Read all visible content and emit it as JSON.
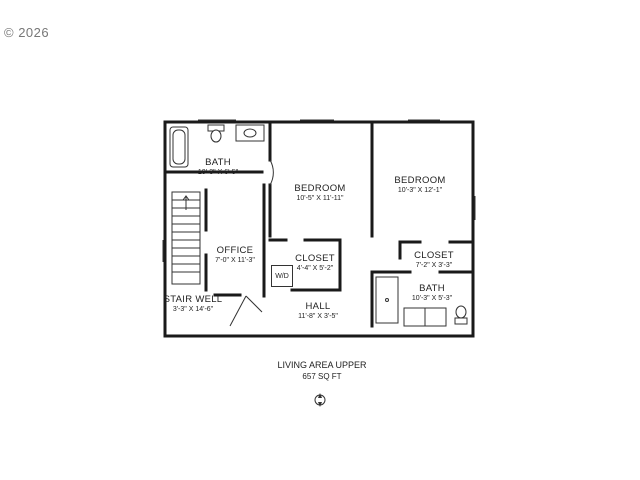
{
  "copyright": "© 2026",
  "rooms": [
    {
      "key": "bath1",
      "name": "BATH",
      "dim": "10'-3\" X 6'-5\""
    },
    {
      "key": "bedroom1",
      "name": "BEDROOM",
      "dim": "10'-5\" X 11'-11\""
    },
    {
      "key": "bedroom2",
      "name": "BEDROOM",
      "dim": "10'-3\" X 12'-1\""
    },
    {
      "key": "office",
      "name": "OFFICE",
      "dim": "7'-0\" X 11'-3\""
    },
    {
      "key": "closet1",
      "name": "CLOSET",
      "dim": "4'-4\" X 5'-2\""
    },
    {
      "key": "closet2",
      "name": "CLOSET",
      "dim": "7'-2\" X 3'-3\""
    },
    {
      "key": "bath2",
      "name": "BATH",
      "dim": "10'-3\" X 5'-3\""
    },
    {
      "key": "stairwell",
      "name": "STAIR WELL",
      "dim": "3'-3\" X 14'-6\""
    },
    {
      "key": "hall",
      "name": "HALL",
      "dim": "11'-8\" X 3'-5\""
    }
  ],
  "wd_label": "W/D",
  "caption": {
    "title": "LIVING AREA UPPER",
    "area": "657 SQ FT"
  },
  "icons": {
    "compass": "compass-icon"
  }
}
